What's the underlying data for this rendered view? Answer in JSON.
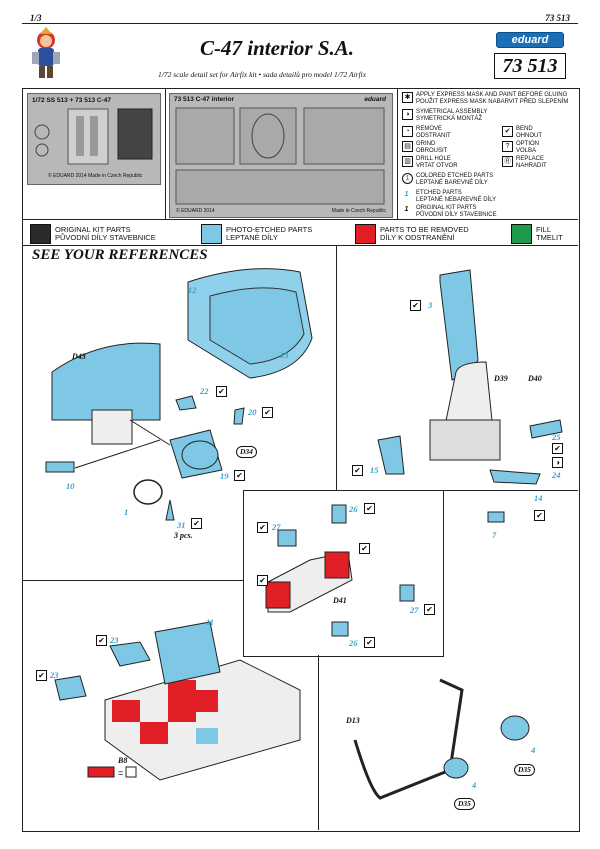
{
  "header": {
    "page": "1/3",
    "code_top": "73 513",
    "title": "C-47 interior S.A.",
    "subtitle": "1/72 scale detail set for Airfix kit • sada detailů pro model 1/72 Airfix",
    "brand": "eduard",
    "set_number": "73 513"
  },
  "frets": {
    "fret1_label": "1/72  SS 513 + 73 513  C-47",
    "fret1_footer": "© EDUARD 2014    Made in Czech Republic",
    "fret2_label": "73 513  C-47 interior",
    "fret2_brand": "eduard",
    "fret2_footer_left": "© EDUARD 2014",
    "fret2_footer_right": "Made in Czech Republic"
  },
  "legend": [
    {
      "icon": "express-mask-icon",
      "glyph": "✱",
      "text": "APPLY EXPRESS MASK AND PAINT BEFORE GLUING\nPOUŽIT EXPRESS MASK NABARVIT PŘED SLEPENÍM"
    },
    {
      "icon": "symmetrical-icon",
      "glyph": "◑",
      "text": "SYMETRICAL ASSEMBLY\nSYMETRICKÁ MONTÁŽ"
    },
    {
      "icon": "remove-icon",
      "glyph": "◔",
      "text": "REMOVE\nODSTRANIT"
    },
    {
      "icon": "bend-icon",
      "glyph": "✔",
      "text": "BEND\nOHNOUT"
    },
    {
      "icon": "grind-icon",
      "glyph": "▤",
      "text": "GRIND\nOBROUSIT"
    },
    {
      "icon": "option-icon",
      "glyph": "?",
      "text": "OPTION\nVOLBA"
    },
    {
      "icon": "drill-icon",
      "glyph": "▥",
      "text": "DRILL HOLE\nVRTAT OTVOR"
    },
    {
      "icon": "replace-icon",
      "glyph": "Ⓡ",
      "text": "REPLACE\nNAHRADIT"
    },
    {
      "icon": "colored-etched-icon",
      "glyph": "1",
      "text": "COLORED ETCHED PARTS\nLEPTANÉ BAREVNÉ DÍLY"
    },
    {
      "icon": "etched-icon",
      "glyph": "1",
      "text": "ETCHED PARTS\nLEPTANÉ NEBAREVNÉ DÍLY"
    },
    {
      "icon": "original-icon",
      "glyph": "1",
      "text": "ORIGINAL KIT PARTS\nPŮVODNÍ DÍLY STAVEBNICE"
    }
  ],
  "colors": [
    {
      "color": "#2a2a2a",
      "text": "ORIGINAL KIT PARTS\nPŮVODNÍ DÍLY STAVEBNICE"
    },
    {
      "color": "#7ec8e6",
      "text": "PHOTO-ETCHED PARTS\nLEPTANÉ DÍLY"
    },
    {
      "color": "#e11f26",
      "text": "PARTS TO BE REMOVED\nDÍLY K ODSTRANĚNÍ"
    },
    {
      "color": "#1f9a4a",
      "text": "FILL\nTMELIT"
    }
  ],
  "see_references": "SEE YOUR REFERENCES",
  "labels": {
    "p12": "12",
    "p13": "13",
    "d43": "D43",
    "p22": "22",
    "p20": "20",
    "d34": "D34",
    "p19": "19",
    "p10": "10",
    "p1": "1",
    "p31": "31",
    "pcs": "3 pcs.",
    "p3": "3",
    "d39": "D39",
    "d40": "D40",
    "p25": "25",
    "p24": "24",
    "p15": "15",
    "p14": "14",
    "p7": "7",
    "p27a": "27",
    "p26a": "26",
    "d41": "D41",
    "p27b": "27",
    "p26b": "26",
    "p11": "11",
    "p23a": "23",
    "p23b": "23",
    "b8": "B8",
    "d13": "D13",
    "p4a": "4",
    "d35a": "D35",
    "p4b": "4",
    "d35b": "D35"
  }
}
